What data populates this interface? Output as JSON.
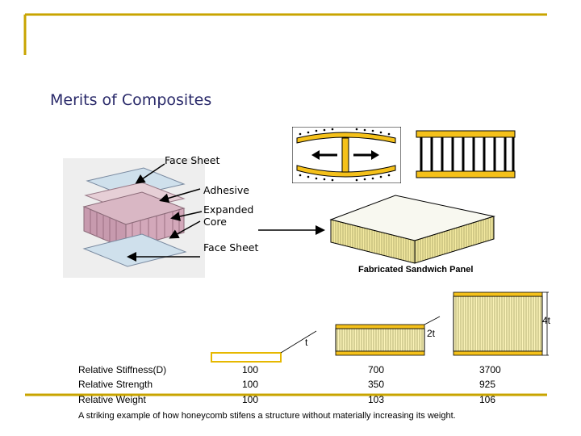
{
  "slide": {
    "title": "Merits of Composites",
    "accent_color": "#c8a400"
  },
  "exploded_view": {
    "labels": {
      "face_sheet_top": "Face Sheet",
      "adhesive": "Adhesive",
      "expanded_core_1": "Expanded",
      "expanded_core_2": "Core",
      "face_sheet_bottom": "Face Sheet"
    }
  },
  "panel": {
    "caption": "Fabricated Sandwich Panel"
  },
  "comparison": {
    "thickness_labels": {
      "t": "t",
      "two_t": "2t",
      "four_t": "4t"
    },
    "rows": [
      {
        "label": "Relative Stiffness(D)",
        "values": [
          "100",
          "700",
          "3700"
        ]
      },
      {
        "label": "Relative Strength",
        "values": [
          "100",
          "350",
          "925"
        ]
      },
      {
        "label": "Relative Weight",
        "values": [
          "100",
          "103",
          "106"
        ]
      }
    ]
  },
  "footer": {
    "caption": "A striking example of how honeycomb stifens a structure without materially increasing its weight."
  }
}
